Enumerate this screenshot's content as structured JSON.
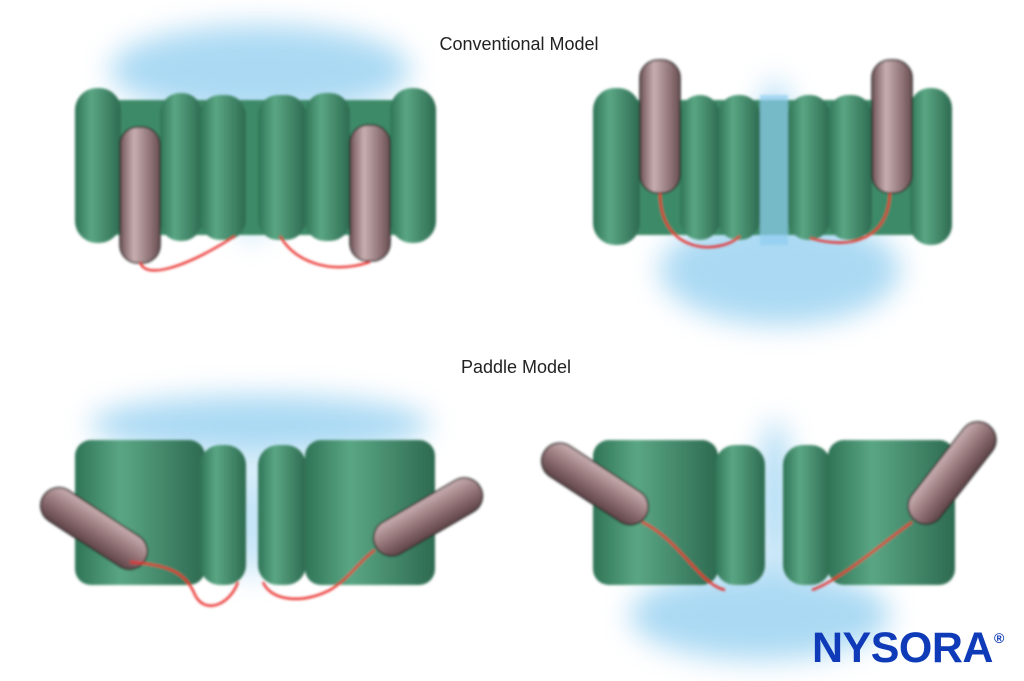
{
  "titles": {
    "conventional": "Conventional Model",
    "paddle": "Paddle Model"
  },
  "logo": {
    "text": "NYSORA",
    "mark": "®"
  },
  "colors": {
    "membrane_protein": "#3e8a68",
    "voltage_sensor": "#8e6f72",
    "linker": "#e8211f",
    "water": "#8fcdf0",
    "logo": "#0f3bb8"
  },
  "panels": [
    {
      "model": "conventional",
      "state": "closed"
    },
    {
      "model": "conventional",
      "state": "open"
    },
    {
      "model": "paddle",
      "state": "closed"
    },
    {
      "model": "paddle",
      "state": "open"
    }
  ]
}
